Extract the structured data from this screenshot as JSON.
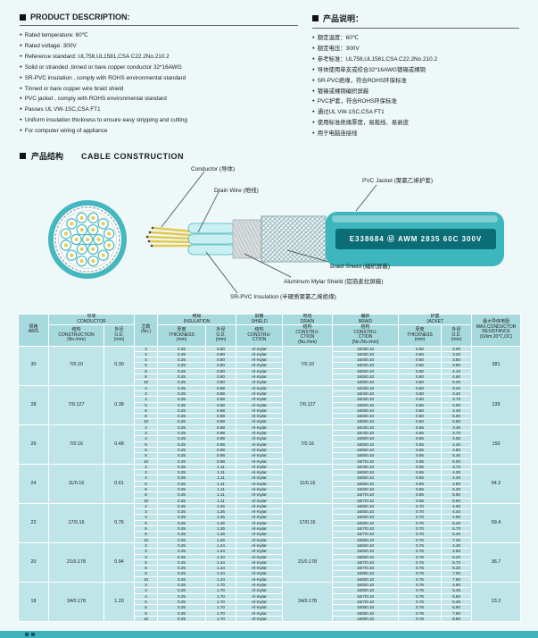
{
  "product_description": {
    "title": "PRODUCT DESCRIPTION:",
    "items": [
      "Rated temperature: 60℃",
      "Rated voltage: 300V",
      "Reference standard: UL758,UL1581,CSA C22.2No.210.2",
      "Solid or stranded ,tinned or bare copper conductor 32*16AWG",
      "SR-PVC insulation , comply with ROHS environmental standard",
      "Tinned or bare copper wire braid shield",
      "PVC jacket , comply with ROHS environmental standard",
      "Passes UL VW-1SC,CSA FT1",
      "Uniform insulation thickness to ensure easy stripping and cutting",
      "For computer wiring of appliance"
    ]
  },
  "product_description_cn": {
    "title": "产品说明：",
    "items": [
      "额定温度：60℃",
      "额定电压：300V",
      "参考标准：UL758,UL1581,CSA C22.2No.210.2",
      "导体使用单支或绞合32*16AWG镀锡或裸铜",
      "SR-PVC绝缘，符合ROHS环保标准",
      "镀锡或裸铜编织屏蔽",
      "PVC护套，符合ROHS环保标准",
      "通过UL VW-1SC,CSA FT1",
      "使用标准绝缘厚度，易裁线、易剥皮",
      "用于电脑连接线"
    ]
  },
  "construction": {
    "title_cn": "产品结构",
    "title_en": "CABLE CONSTRUCTION",
    "labels": {
      "conductor": "Conductor (导体)",
      "drain_wire": "Drain Wire (地线)",
      "pvc_jacket": "PVC Jacket (聚氯乙烯护套)",
      "braid_shield": "Braid Shield (编织屏蔽)",
      "al_mylar": "Aluminum Mylar Shield (铝箔麦拉屏蔽)",
      "sr_pvc": "SR-PVC Insulation (半硬质聚氯乙烯绝缘)",
      "cable_print": "E338684 Ⓤ AWM 2835 60C 300V"
    }
  },
  "colors": {
    "jacket_teal": "#3db6bd",
    "print_band": "#0b6d75",
    "table_cell": "#bfe5e8",
    "table_header": "#a7dade",
    "conductor_yellow": "#e2c94d"
  },
  "table": {
    "header_groups": {
      "awg": "规格\nAWG",
      "conductor": "导体\nCONDUCTOR",
      "cores": "芯数\n(No.)",
      "insulation": "绝缘\nINSULATION",
      "shield": "屏蔽\nSHIELD",
      "drain": "地线\nDRAIN",
      "braid": "编织\nBRAID",
      "jacket": "护套\nJACKET",
      "resistance": "最大导体电阻\nMAX.CONDUCTOR\nRESISTANCE\n(Ω/km,20℃,DC)"
    },
    "sub_headers": {
      "construction": "结构\nCONSTRUCTION\n(No./mm)",
      "od": "外径\nO.D.\n(mm)",
      "thickness": "厚度\nTHICKNESS\n(mm)",
      "ins_od": "外径\nO.D.\n(mm)",
      "shield_constr": "结构\nCONSTRU-\nCTION",
      "drain_constr": "结构\nCONSTRU-\nCTION\n(No./mm)",
      "braid_constr": "结构\nCONSTRU-\nCTION\n(No./No./mm)",
      "jk_thickness": "厚度\nTHICKNESS\n(mm)",
      "jk_od": "外径\nO.D.\n(mm)"
    },
    "groups": [
      {
        "awg": "30",
        "construction": "7/0.10",
        "od": "0.30",
        "drain": "7/0.10",
        "resistance": "381",
        "ins_thk": "0.25",
        "ins_od": "0.80",
        "shield": "Al-mylar",
        "jk_thk": "0.60",
        "rows": [
          {
            "cores": "2",
            "braid": "16/3/0.10",
            "jk_od": "3.00"
          },
          {
            "cores": "3",
            "braid": "16/3/0.10",
            "jk_od": "3.20"
          },
          {
            "cores": "4",
            "braid": "16/4/0.10",
            "jk_od": "3.50"
          },
          {
            "cores": "5",
            "braid": "16/4/0.10",
            "jk_od": "3.80"
          },
          {
            "cores": "6",
            "braid": "16/5/0.10",
            "jk_od": "4.10"
          },
          {
            "cores": "8",
            "braid": "16/5/0.10",
            "jk_od": "4.60"
          },
          {
            "cores": "10",
            "braid": "16/6/0.10",
            "jk_od": "5.20"
          }
        ]
      },
      {
        "awg": "28",
        "construction": "7/0.127",
        "od": "0.38",
        "drain": "7/0.127",
        "resistance": "239",
        "ins_thk": "0.25",
        "ins_od": "0.88",
        "shield": "Al-mylar",
        "jk_thk": "0.60",
        "rows": [
          {
            "cores": "2",
            "braid": "16/3/0.10",
            "jk_od": "3.20"
          },
          {
            "cores": "3",
            "braid": "16/4/0.10",
            "jk_od": "3.40"
          },
          {
            "cores": "4",
            "braid": "16/4/0.10",
            "jk_od": "3.70"
          },
          {
            "cores": "5",
            "braid": "16/5/0.10",
            "jk_od": "4.00"
          },
          {
            "cores": "6",
            "braid": "16/5/0.10",
            "jk_od": "4.40"
          },
          {
            "cores": "8",
            "braid": "16/6/0.10",
            "jk_od": "5.00"
          },
          {
            "cores": "10",
            "braid": "16/6/0.10",
            "jk_od": "5.60"
          }
        ]
      },
      {
        "awg": "26",
        "construction": "7/0.16",
        "od": "0.48",
        "drain": "7/0.16",
        "resistance": "150",
        "ins_thk": "0.25",
        "ins_od": "0.98",
        "shield": "Al-mylar",
        "jk_thk": "0.65",
        "rows": [
          {
            "cores": "2",
            "braid": "16/4/0.10",
            "jk_od": "3.40"
          },
          {
            "cores": "3",
            "braid": "16/4/0.10",
            "jk_od": "3.70"
          },
          {
            "cores": "4",
            "braid": "16/5/0.10",
            "jk_od": "4.00"
          },
          {
            "cores": "5",
            "braid": "16/5/0.10",
            "jk_od": "4.40"
          },
          {
            "cores": "6",
            "braid": "16/6/0.10",
            "jk_od": "4.80"
          },
          {
            "cores": "8",
            "braid": "16/6/0.10",
            "jk_od": "5.40"
          },
          {
            "cores": "10",
            "braid": "16/7/0.10",
            "jk_od": "6.00"
          }
        ]
      },
      {
        "awg": "24",
        "construction": "11/0.16",
        "od": "0.61",
        "drain": "11/0.16",
        "resistance": "94.2",
        "ins_thk": "0.25",
        "ins_od": "1.11",
        "shield": "Al-mylar",
        "jk_thk": "0.65",
        "rows": [
          {
            "cores": "2",
            "braid": "16/4/0.10",
            "jk_od": "3.70"
          },
          {
            "cores": "3",
            "braid": "16/5/0.10",
            "jk_od": "4.00"
          },
          {
            "cores": "4",
            "braid": "16/5/0.10",
            "jk_od": "4.40"
          },
          {
            "cores": "5",
            "braid": "16/6/0.10",
            "jk_od": "4.80"
          },
          {
            "cores": "6",
            "braid": "16/6/0.10",
            "jk_od": "5.20"
          },
          {
            "cores": "8",
            "braid": "16/7/0.10",
            "jk_od": "5.90"
          },
          {
            "cores": "10",
            "braid": "16/7/0.10",
            "jk_od": "6.60"
          }
        ]
      },
      {
        "awg": "22",
        "construction": "17/0.16",
        "od": "0.76",
        "drain": "17/0.16",
        "resistance": "59.4",
        "ins_thk": "0.25",
        "ins_od": "1.26",
        "shield": "Al-mylar",
        "jk_thk": "0.70",
        "rows": [
          {
            "cores": "2",
            "braid": "16/5/0.10",
            "jk_od": "4.00"
          },
          {
            "cores": "3",
            "braid": "16/5/0.10",
            "jk_od": "4.40"
          },
          {
            "cores": "4",
            "braid": "16/6/0.10",
            "jk_od": "4.80"
          },
          {
            "cores": "5",
            "braid": "16/6/0.10",
            "jk_od": "5.20"
          },
          {
            "cores": "6",
            "braid": "16/7/0.10",
            "jk_od": "5.70"
          },
          {
            "cores": "8",
            "braid": "16/7/0.10",
            "jk_od": "6.40"
          },
          {
            "cores": "10",
            "braid": "16/8/0.10",
            "jk_od": "7.20"
          }
        ]
      },
      {
        "awg": "20",
        "construction": "21/0.178",
        "od": "0.94",
        "drain": "21/0.178",
        "resistance": "36.7",
        "ins_thk": "0.25",
        "ins_od": "1.44",
        "shield": "Al-mylar",
        "jk_thk": "0.76",
        "rows": [
          {
            "cores": "2",
            "braid": "16/5/0.10",
            "jk_od": "4.40"
          },
          {
            "cores": "3",
            "braid": "16/6/0.10",
            "jk_od": "4.80"
          },
          {
            "cores": "4",
            "braid": "16/6/0.10",
            "jk_od": "5.20"
          },
          {
            "cores": "5",
            "braid": "16/7/0.10",
            "jk_od": "5.70"
          },
          {
            "cores": "6",
            "braid": "16/7/0.10",
            "jk_od": "6.20"
          },
          {
            "cores": "8",
            "braid": "16/8/0.10",
            "jk_od": "7.00"
          },
          {
            "cores": "10",
            "braid": "16/8/0.10",
            "jk_od": "7.90"
          }
        ]
      },
      {
        "awg": "18",
        "construction": "34/0.178",
        "od": "1.20",
        "drain": "34/0.178",
        "resistance": "23.2",
        "ins_thk": "0.25",
        "ins_od": "1.70",
        "shield": "Al-mylar",
        "jk_thk": "0.76",
        "rows": [
          {
            "cores": "2",
            "braid": "16/6/0.10",
            "jk_od": "4.90"
          },
          {
            "cores": "3",
            "braid": "16/6/0.10",
            "jk_od": "5.30"
          },
          {
            "cores": "4",
            "braid": "16/7/0.10",
            "jk_od": "5.80"
          },
          {
            "cores": "5",
            "braid": "16/7/0.10",
            "jk_od": "6.30"
          },
          {
            "cores": "6",
            "braid": "16/8/0.10",
            "jk_od": "6.90"
          },
          {
            "cores": "8",
            "braid": "16/8/0.10",
            "jk_od": "7.80"
          },
          {
            "cores": "10",
            "braid": "16/9/0.10",
            "jk_od": "8.80"
          }
        ]
      }
    ]
  }
}
